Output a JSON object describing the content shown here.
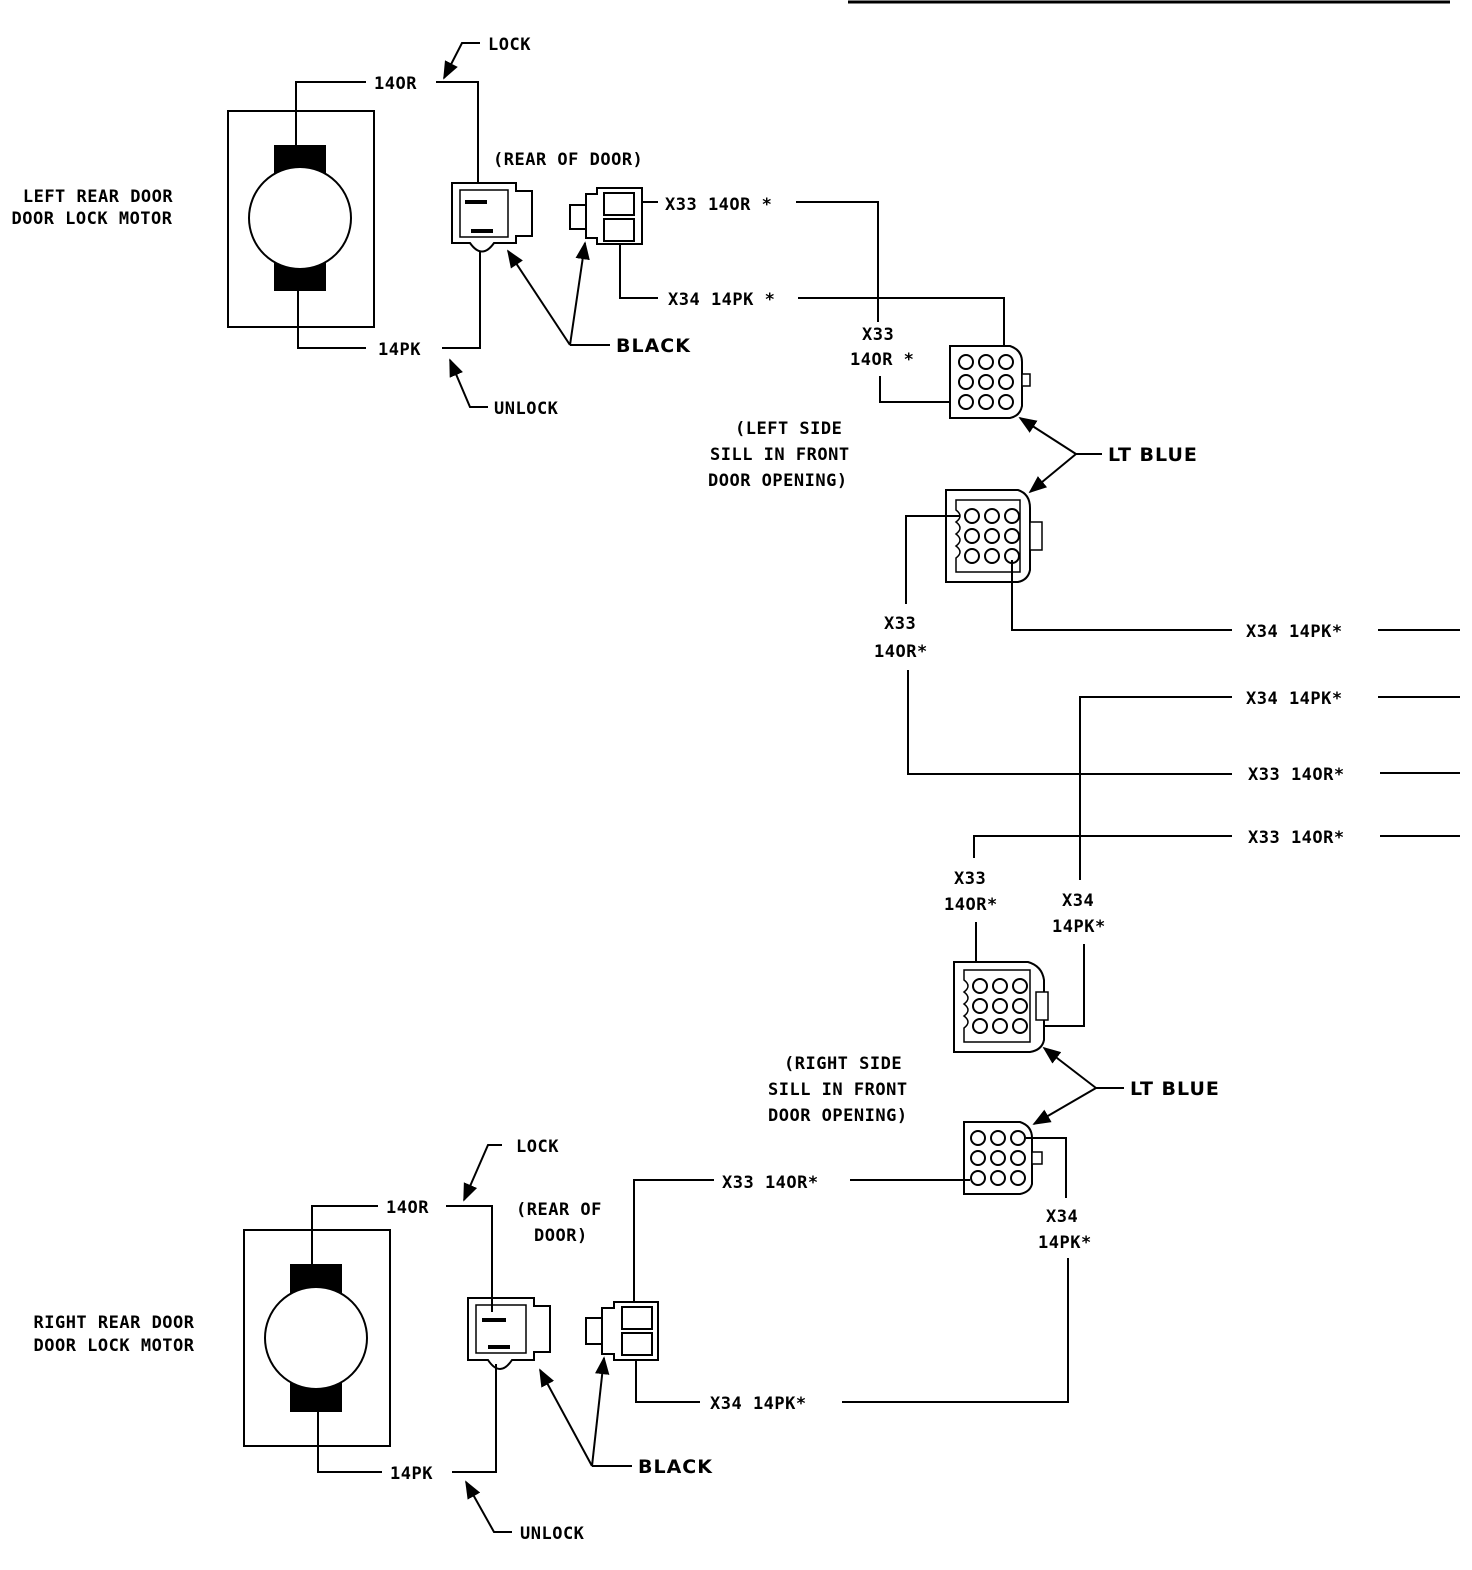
{
  "left_motor": {
    "line1": "LEFT REAR DOOR",
    "line2": "DOOR LOCK MOTOR"
  },
  "right_motor": {
    "line1": "RIGHT REAR DOOR",
    "line2": "DOOR LOCK MOTOR"
  },
  "left_door": {
    "lock": "LOCK",
    "unlock": "UNLOCK",
    "wire_or": "14OR",
    "wire_pk": "14PK",
    "location": "(REAR OF DOOR)",
    "connector_color": "BLACK",
    "x33": "X33 14OR *",
    "x34": "X34 14PK *"
  },
  "left_sill": {
    "x33_a": "X33",
    "x33_b": "14OR *",
    "loc1": "(LEFT SIDE",
    "loc2": "SILL IN FRONT",
    "loc3": "DOOR OPENING)",
    "color": "LT BLUE",
    "x33_c": "X33",
    "x33_d": "14OR*"
  },
  "right_side_wires": [
    "X34 14PK*",
    "X34 14PK*",
    "X33 14OR*",
    "X33 14OR*"
  ],
  "right_sill": {
    "x33_a": "X33",
    "x33_b": "14OR*",
    "x34_a": "X34",
    "x34_b": "14PK*",
    "loc1": "(RIGHT SIDE",
    "loc2": "SILL IN FRONT",
    "loc3": "DOOR OPENING)",
    "color": "LT BLUE",
    "x34_c": "X34",
    "x34_d": "14PK*"
  },
  "right_door": {
    "lock": "LOCK",
    "unlock": "UNLOCK",
    "wire_or": "14OR",
    "wire_pk": "14PK",
    "loc1": "(REAR OF",
    "loc2": "DOOR)",
    "connector_color": "BLACK",
    "x33": "X33 14OR*",
    "x34": "X34 14PK*"
  }
}
